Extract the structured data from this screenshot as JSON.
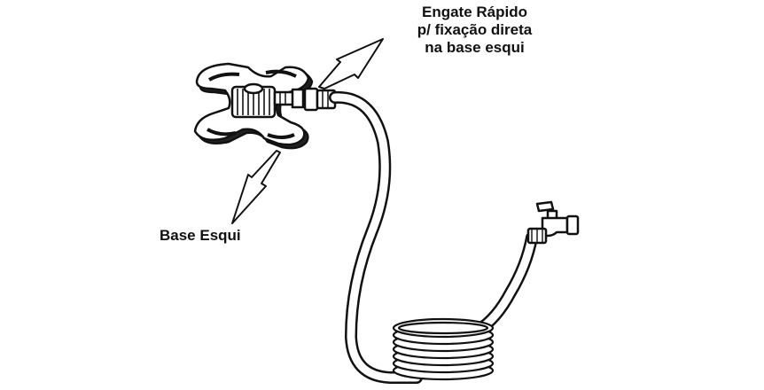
{
  "labels": {
    "engate": [
      "Engate Rápido",
      "p/ fixação direta",
      "na base esqui"
    ],
    "base": "Base Esqui"
  },
  "colors": {
    "line": "#111111",
    "background": "#ffffff"
  }
}
